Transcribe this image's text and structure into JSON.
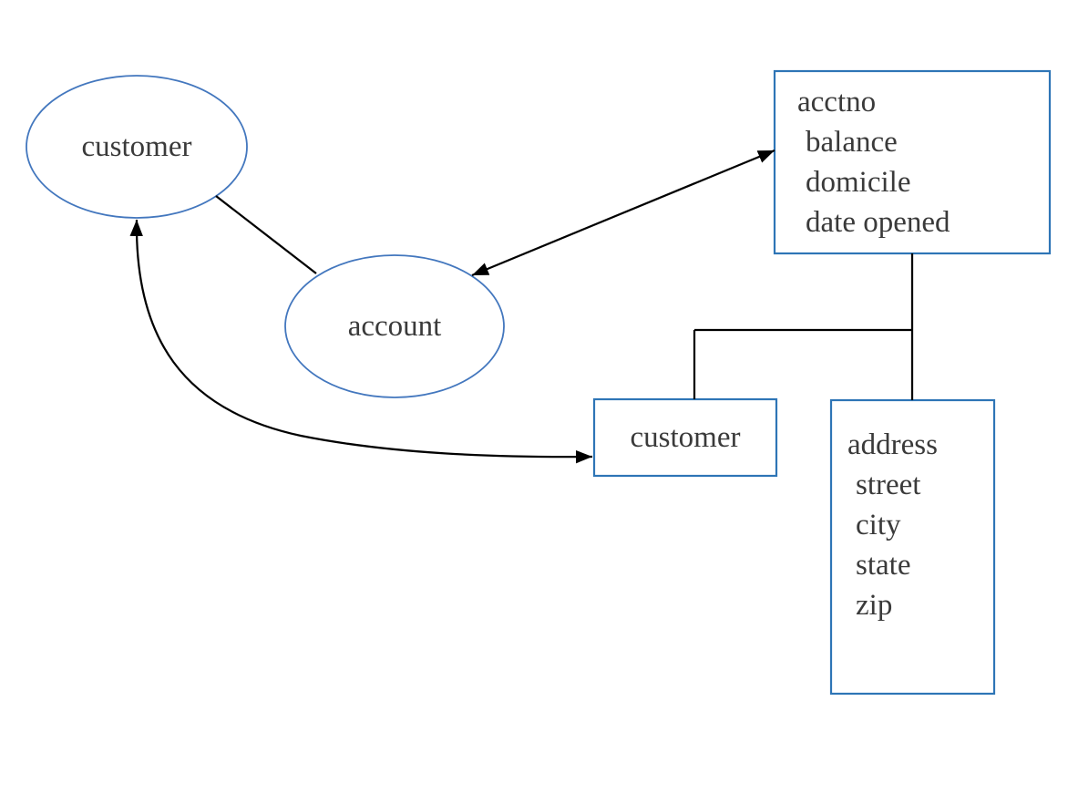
{
  "colors": {
    "box_border": "#2E75B6",
    "ellipse_border": "#4377BE",
    "connector": "#000000",
    "text": "#3A3A3A"
  },
  "ellipses": {
    "customer": {
      "label": "customer"
    },
    "account": {
      "label": "account"
    }
  },
  "boxes": {
    "account_attributes": {
      "lines": [
        "acctno",
        "balance",
        "domicile",
        "date opened"
      ]
    },
    "customer_ref": {
      "label": "customer"
    },
    "address_attributes": {
      "lines": [
        "address",
        "street",
        "city",
        "state",
        "zip"
      ]
    }
  },
  "connectors": [
    {
      "from": "customer-ellipse",
      "to": "account-ellipse",
      "style": "plain-line"
    },
    {
      "from": "account-ellipse",
      "to": "account-attributes-box",
      "style": "double-headed-arrow"
    },
    {
      "from": "customer-ellipse",
      "to": "customer-ref-box",
      "style": "curved-double-headed-arrow"
    },
    {
      "from": "account-attributes-box",
      "to": "customer-ref-box",
      "style": "tree-branch"
    },
    {
      "from": "account-attributes-box",
      "to": "address-attributes-box",
      "style": "tree-branch"
    }
  ]
}
